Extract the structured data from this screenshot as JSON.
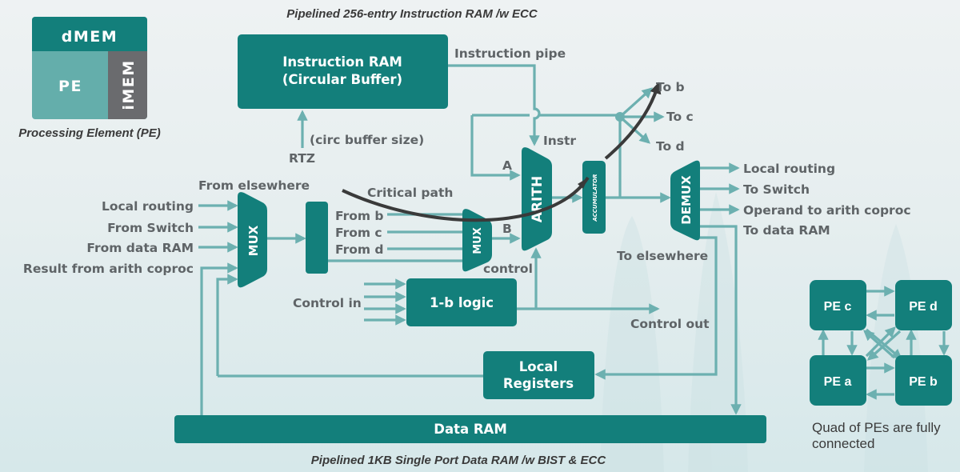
{
  "colors": {
    "block": "#137f7b",
    "wire": "#6cb0b0",
    "pe_light": "#64aeab",
    "imem_gray": "#6a6b6e",
    "label_gray": "#5f6467",
    "critical_path": "#3a3a3a"
  },
  "legend": {
    "dmem": "dMEM",
    "pe": "PE",
    "imem": "iMEM",
    "caption": "Processing Element (PE)"
  },
  "titles": {
    "instruction_ram_caption": "Pipelined 256-entry Instruction RAM /w ECC",
    "data_ram_caption": "Pipelined 1KB Single Port Data RAM /w BIST & ECC"
  },
  "blocks": {
    "instruction_ram_line1": "Instruction RAM",
    "instruction_ram_line2": "(Circular Buffer)",
    "mux1": "MUX",
    "mux2": "MUX",
    "arith": "ARITH",
    "accumulator": "ACCUMULATOR",
    "demux": "DEMUX",
    "logic": "1-b logic",
    "local_registers_line1": "Local",
    "local_registers_line2": "Registers",
    "data_ram": "Data RAM"
  },
  "labels": {
    "instruction_pipe": "Instruction pipe",
    "circ_buffer_size": "(circ buffer size)",
    "rtz": "RTZ",
    "instr": "Instr",
    "a": "A",
    "b": "B",
    "to_b": "To b",
    "to_c": "To c",
    "to_d": "To d",
    "from_elsewhere": "From elsewhere",
    "critical_path": "Critical path",
    "from_b": "From b",
    "from_c": "From c",
    "from_d": "From d",
    "control": "control",
    "control_in": "Control in",
    "control_out": "Control out",
    "to_elsewhere": "To elsewhere",
    "mux_inputs": [
      "Local routing",
      "From Switch",
      "From data RAM",
      "Result from arith coproc"
    ],
    "demux_outputs": [
      "Local routing",
      "To Switch",
      "Operand to arith coproc",
      "To data RAM"
    ]
  },
  "quad": {
    "pe_c": "PE c",
    "pe_d": "PE d",
    "pe_a": "PE a",
    "pe_b": "PE b",
    "caption_line1": "Quad of PEs are fully",
    "caption_line2": "connected"
  }
}
